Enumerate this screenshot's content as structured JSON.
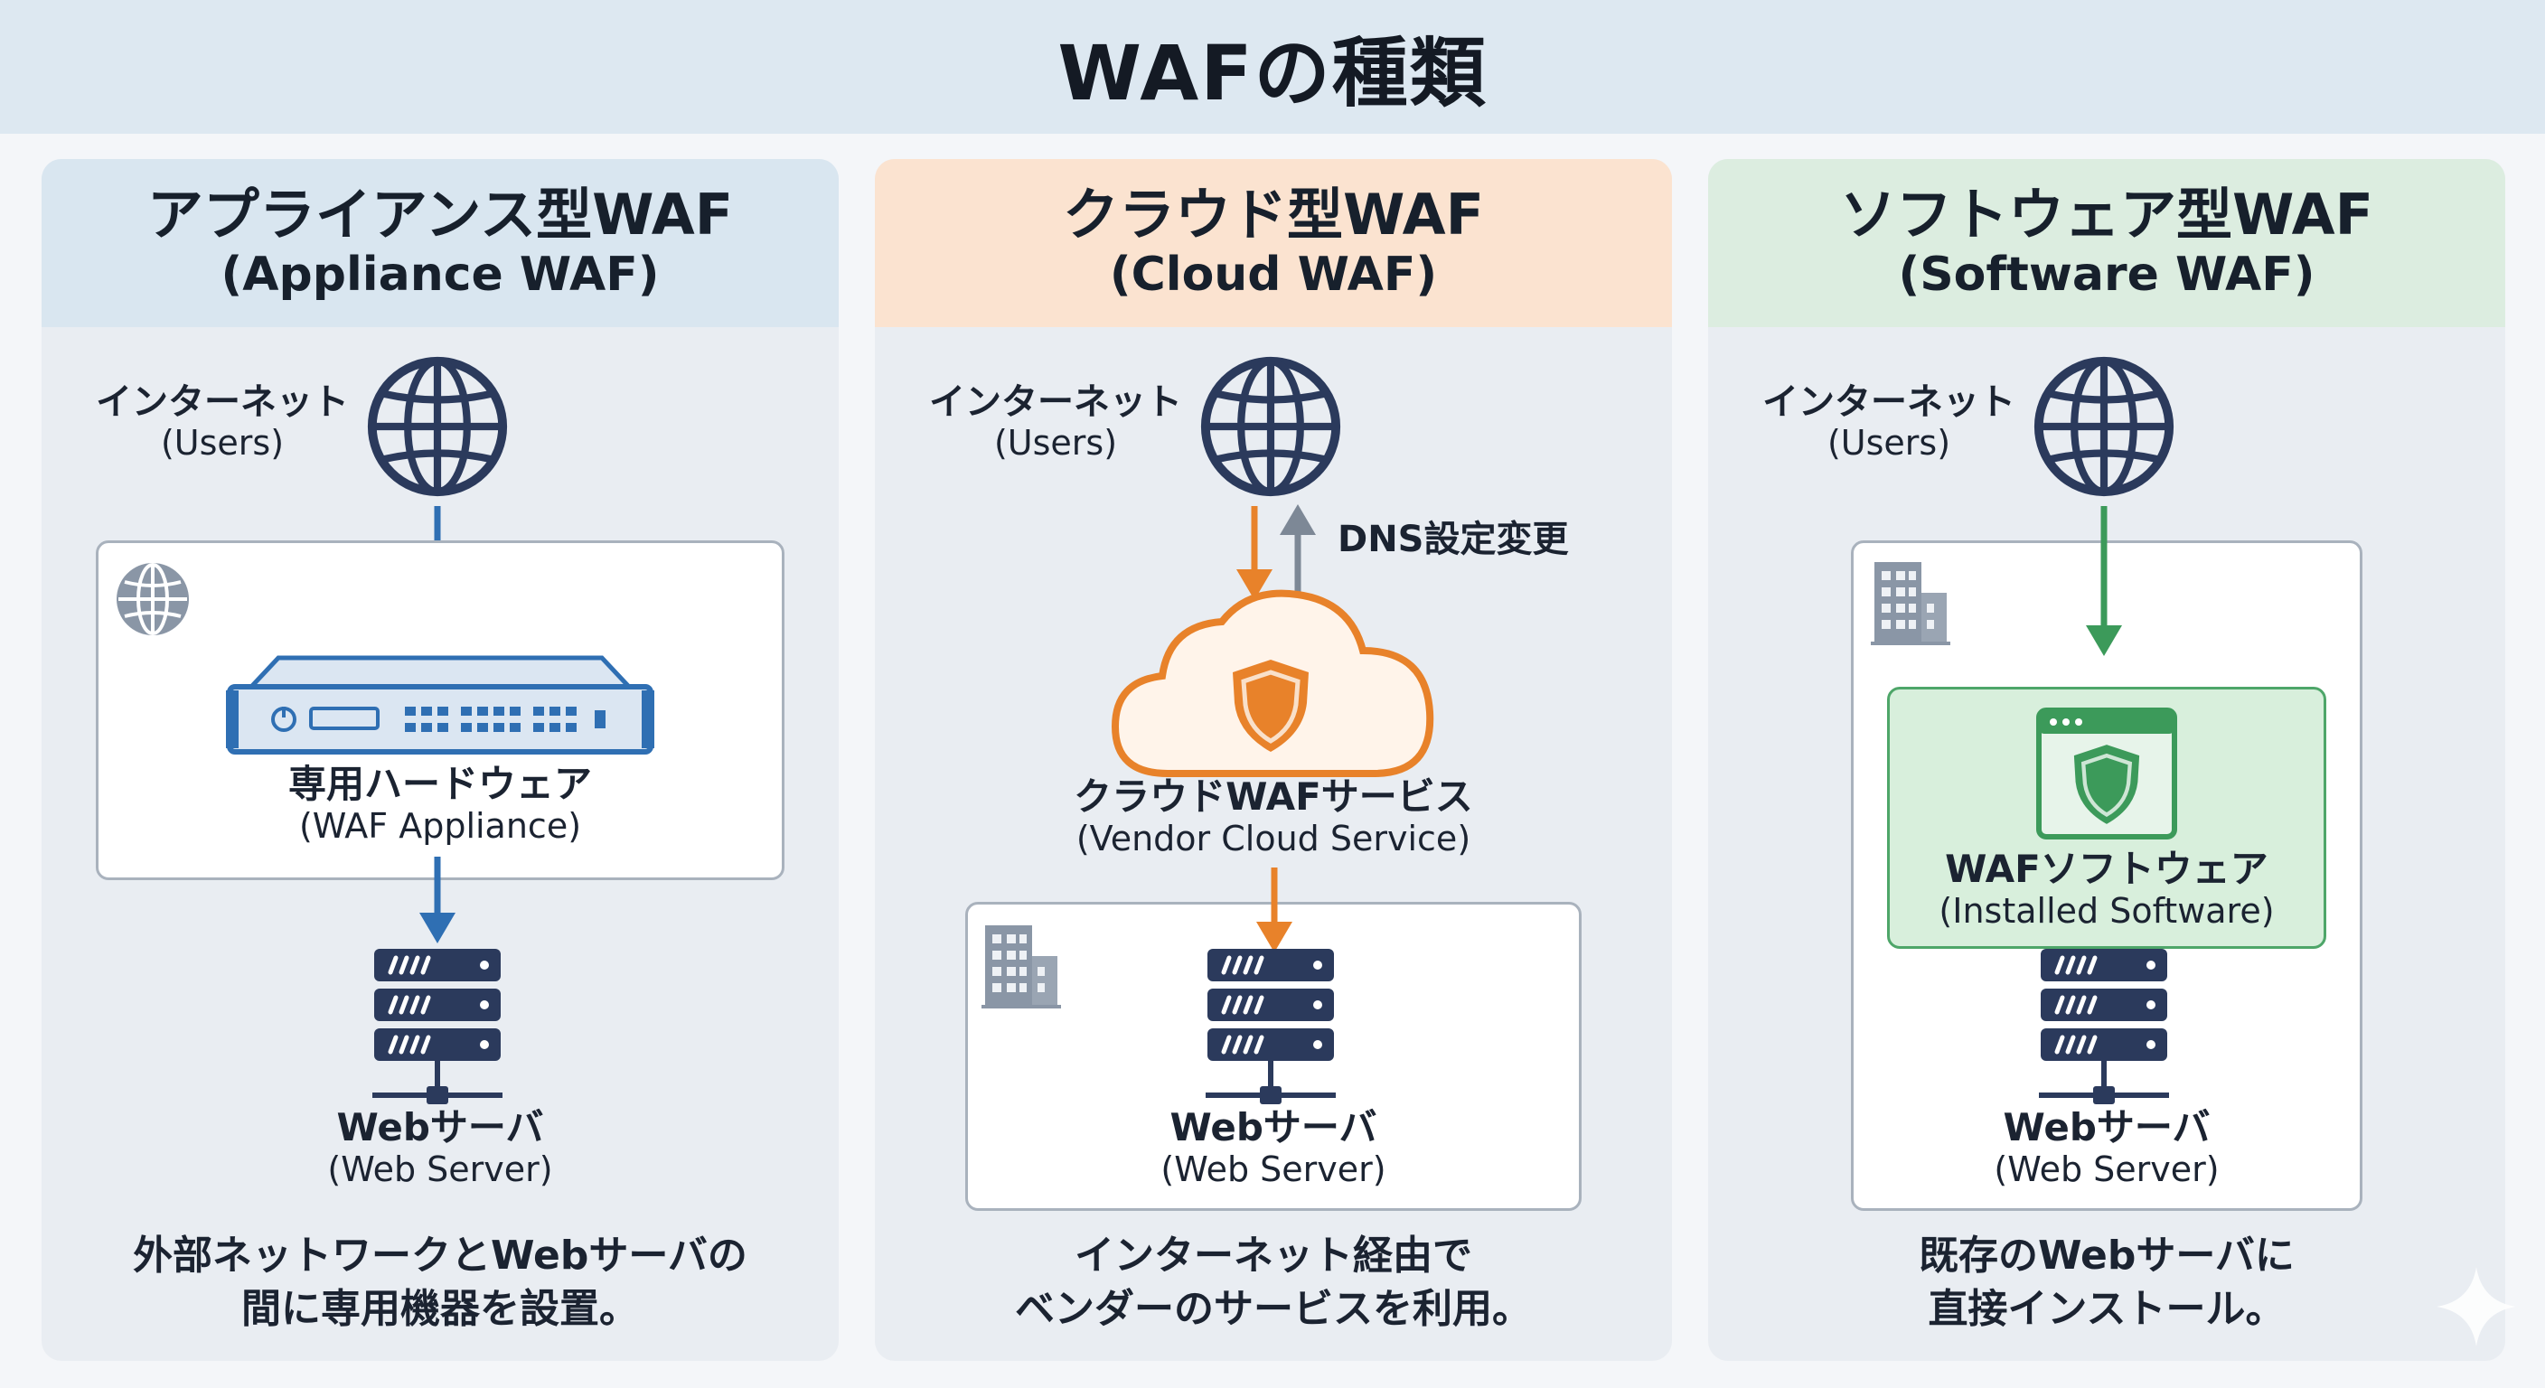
{
  "title": "WAFの種類",
  "panels": [
    {
      "title_ja": "アプライアンス型WAF",
      "title_en": "(Appliance WAF)",
      "internet_ja": "インターネット",
      "internet_en": "(Users)",
      "device_ja": "専用ハードウェア",
      "device_en": "(WAF Appliance)",
      "server_ja": "Webサーバ",
      "server_en": "(Web Server)",
      "desc_line1": "外部ネットワークとWebサーバの",
      "desc_line2": "間に専用機器を設置。"
    },
    {
      "title_ja": "クラウド型WAF",
      "title_en": "(Cloud WAF)",
      "internet_ja": "インターネット",
      "internet_en": "(Users)",
      "dns_label": "DNS設定変更",
      "device_ja": "クラウドWAFサービス",
      "device_en": "(Vendor Cloud Service)",
      "server_ja": "Webサーバ",
      "server_en": "(Web Server)",
      "desc_line1": "インターネット経由で",
      "desc_line2": "ベンダーのサービスを利用。"
    },
    {
      "title_ja": "ソフトウェア型WAF",
      "title_en": "(Software WAF)",
      "internet_ja": "インターネット",
      "internet_en": "(Users)",
      "device_ja": "WAFソフトウェア",
      "device_en": "(Installed Software)",
      "server_ja": "Webサーバ",
      "server_en": "(Web Server)",
      "desc_line1": "既存のWebサーバに",
      "desc_line2": "直接インストール。"
    }
  ],
  "colors": {
    "appliance_accent": "#2f6fb3",
    "cloud_accent": "#e8822a",
    "software_accent": "#3c9a5a",
    "server_navy": "#2b3a5c"
  },
  "icons": [
    "globe-icon",
    "rack-appliance-icon",
    "server-stack-icon",
    "cloud-icon",
    "shield-icon",
    "building-icon",
    "app-window-icon",
    "sparkle-icon"
  ]
}
